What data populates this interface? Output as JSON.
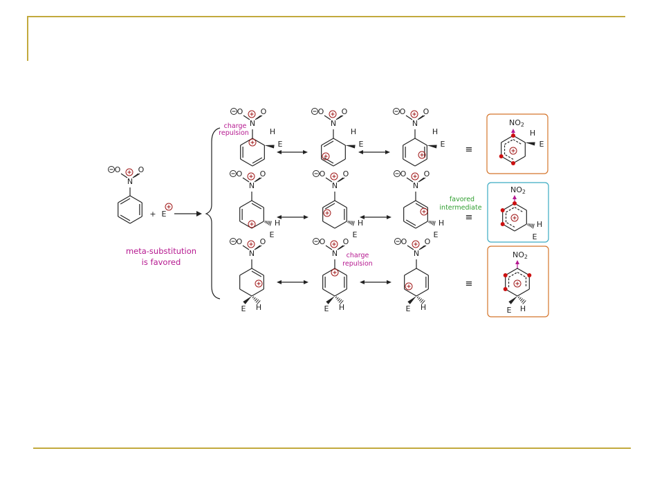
{
  "slide": {
    "accent_color": "#c2a93c"
  },
  "colors": {
    "magenta": "#b5178f",
    "green": "#2e9e2e",
    "orange_box": "#d4742a",
    "teal_box": "#3aaac2",
    "red_dot": "#cc1111",
    "charge": "#a01818"
  },
  "labels": {
    "charge_repulsion": [
      "charge",
      "repulsion"
    ],
    "meta_substitution": [
      "meta-substitution",
      "is favored"
    ],
    "favored_intermediate": [
      "favored",
      "intermediate"
    ],
    "plus": "+",
    "electrophile": "E",
    "hydrogen": "H",
    "oxygen": "O",
    "nitrogen": "N",
    "no2_base": "NO",
    "no2_sub": "2",
    "equiv": "≡"
  }
}
